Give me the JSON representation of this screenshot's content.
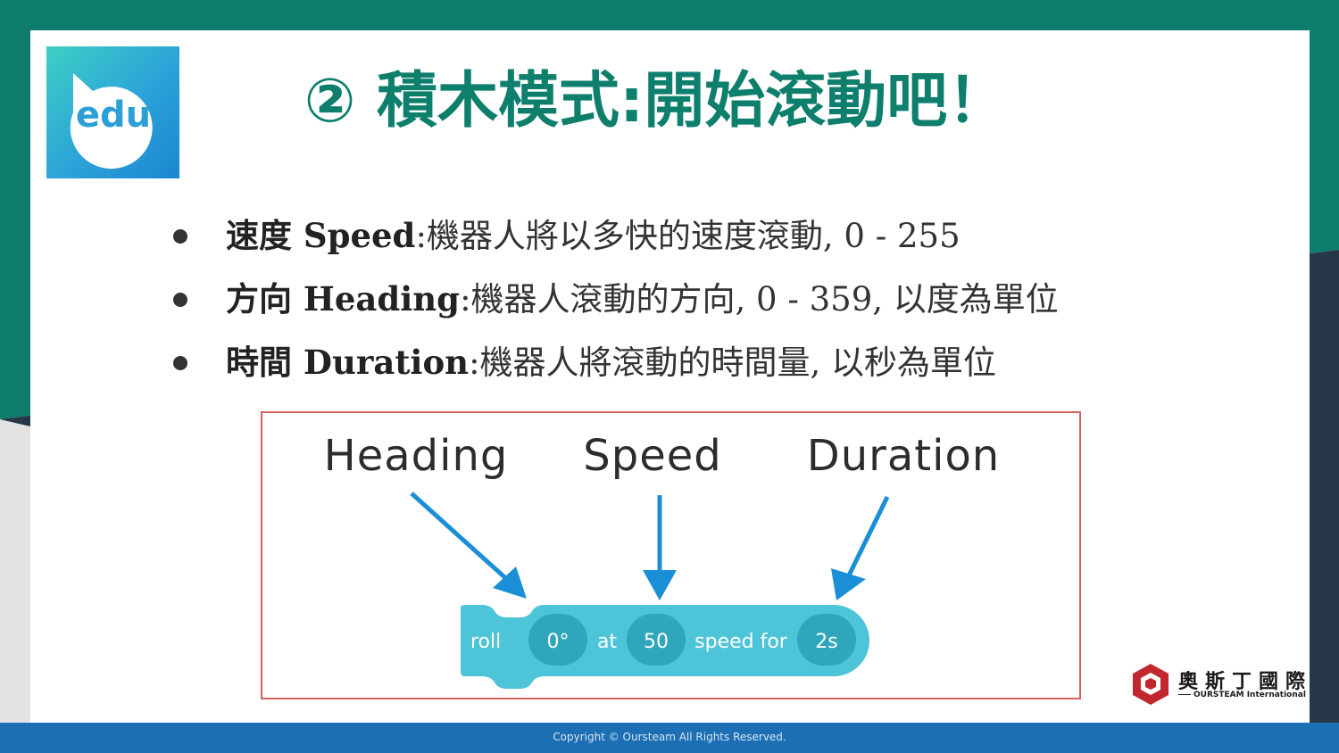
{
  "logo": {
    "text": "edu"
  },
  "title": "② 積木模式:開始滾動吧！",
  "bullets": [
    {
      "term": "速度 Speed",
      "desc": ":機器人將以多快的速度滾動, 0 - 255"
    },
    {
      "term": "方向 Heading",
      "desc": ":機器人滾動的方向, 0 - 359, 以度為單位"
    },
    {
      "term": "時間 Duration",
      "desc": ":機器人將滾動的時間量, 以秒為單位"
    }
  ],
  "diagram": {
    "labels": {
      "heading": "Heading",
      "speed": "Speed",
      "duration": "Duration"
    },
    "block": {
      "command": "roll",
      "heading_value": "0°",
      "at_text": "at",
      "speed_value": "50",
      "speed_for_text": "speed for",
      "duration_value": "2s"
    }
  },
  "brand": {
    "name": "奧斯丁國際",
    "sub": "OURSTEAM International"
  },
  "footer": {
    "copyright": "Copyright © Oursteam All Rights Reserved."
  },
  "colors": {
    "teal": "#0e7f6c",
    "navy": "#263847",
    "footer_blue": "#1d6fb3",
    "block": "#4dc4d8",
    "block_pill": "#2fa6bb",
    "arrow": "#1b8fd6",
    "frame": "#d3625f",
    "brand_red": "#c2272d"
  }
}
